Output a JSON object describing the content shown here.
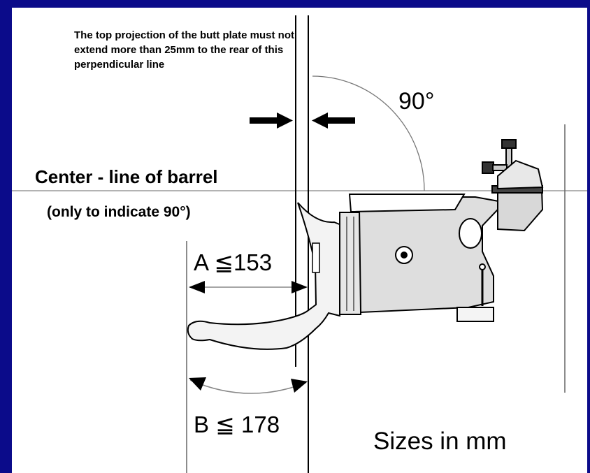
{
  "colors": {
    "frame": "#0b0b8a",
    "panel": "#ffffff",
    "ink": "#000000",
    "guide": "#9a9a9a"
  },
  "rule_note": "The top projection of the butt plate must not extend more than 25mm to the rear of this perpendicular line",
  "center_line_label": "Center - line of barrel",
  "center_line_sub": "(only to indicate 90°)",
  "angle_label": "90°",
  "dimension_a": "A ≦153",
  "dimension_b": "B ≦ 178",
  "units_label": "Sizes in mm"
}
